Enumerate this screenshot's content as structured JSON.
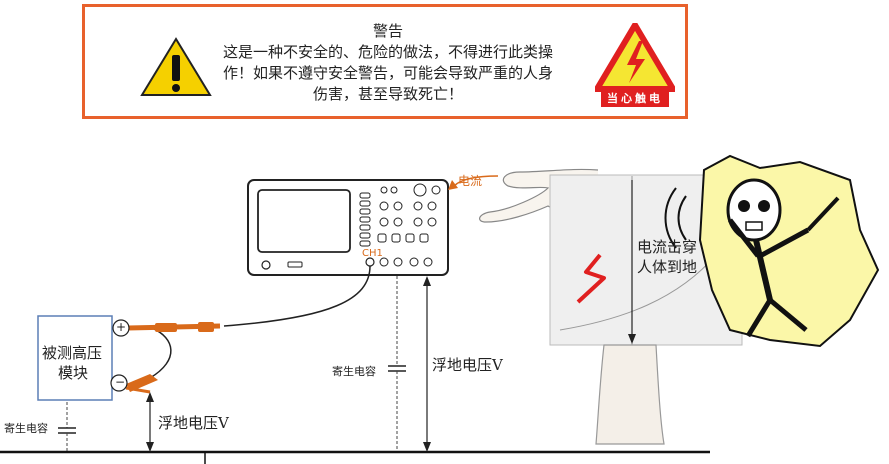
{
  "warning": {
    "title": "警告",
    "line1": "这是一种不安全的、危险的做法，不得进行此类操",
    "line2": "作！如果不遵守安全警告，可能会导致严重的人身",
    "line3": "伤害，甚至导致死亡！",
    "sign_label": "当心触电"
  },
  "diagram": {
    "dut_label_1": "被测高压",
    "dut_label_2": "模块",
    "plus": "+",
    "minus": "−",
    "ch1": "CH1",
    "parasitic_left": "寄生电容",
    "parasitic_mid": "寄生电容",
    "floating_voltage_left": "浮地电压V",
    "floating_voltage_mid": "浮地电压V",
    "current_label": "电流",
    "body_current_1": "电流击穿",
    "body_current_2": "人体到地"
  },
  "colors": {
    "warning_orange": "#e8612c",
    "triangle_yellow": "#f5d000",
    "probe_orange": "#d96a1a",
    "lightning_red": "#e02020",
    "shock_yellow": "#f5e632"
  }
}
